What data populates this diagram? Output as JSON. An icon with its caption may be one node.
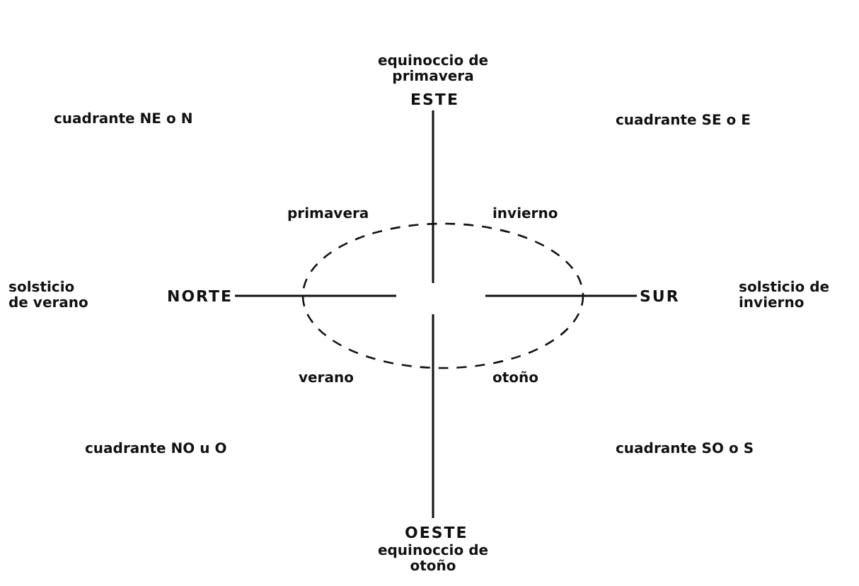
{
  "diagram": {
    "labels": [
      "equinoccio de primavera",
      "ESTE",
      "cuadrante NE o N",
      "cuadrante SE o E",
      "primavera",
      "invierno",
      "solsticio de verano",
      "NORTE",
      "SUR",
      "solsticio de invierno",
      "verano",
      "otoño",
      "cuadrante NO u O",
      "cuadrante SO o S",
      "OESTE",
      "equinoccio de otoño"
    ]
  }
}
